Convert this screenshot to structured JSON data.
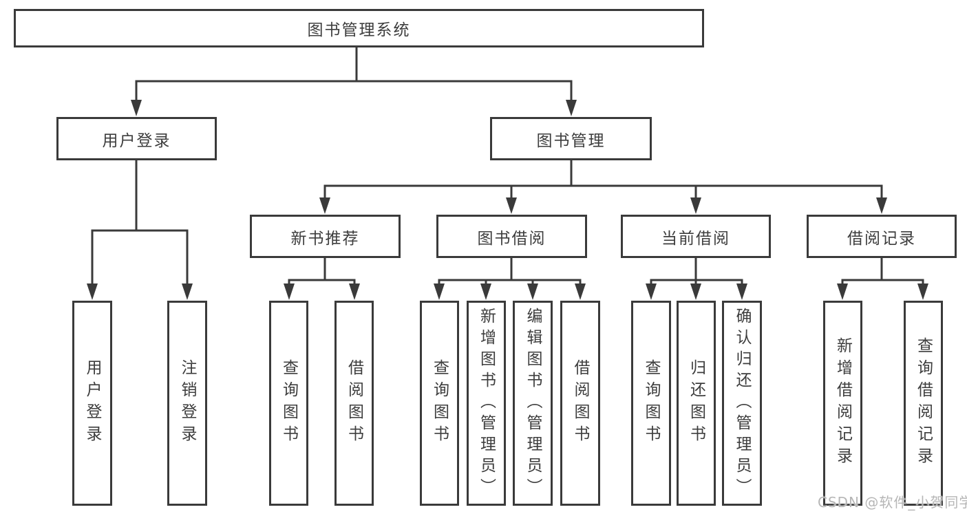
{
  "diagram": {
    "type": "hierarchy-tree",
    "root": {
      "label": "图书管理系统"
    },
    "level2": [
      {
        "label": "用户登录"
      },
      {
        "label": "图书管理"
      }
    ],
    "level3": [
      {
        "label": "新书推荐",
        "parent": "图书管理"
      },
      {
        "label": "图书借阅",
        "parent": "图书管理"
      },
      {
        "label": "当前借阅",
        "parent": "图书管理"
      },
      {
        "label": "借阅记录",
        "parent": "图书管理"
      }
    ],
    "leaves": [
      {
        "label": "用户登录",
        "parent": "用户登录"
      },
      {
        "label": "注销登录",
        "parent": "用户登录"
      },
      {
        "label": "查询图书",
        "parent": "新书推荐"
      },
      {
        "label": "借阅图书",
        "parent": "新书推荐"
      },
      {
        "label": "查询图书",
        "parent": "图书借阅"
      },
      {
        "label": "新增图书（管理员）",
        "parent": "图书借阅"
      },
      {
        "label": "编辑图书（管理员）",
        "parent": "图书借阅"
      },
      {
        "label": "借阅图书",
        "parent": "图书借阅"
      },
      {
        "label": "查询图书",
        "parent": "当前借阅"
      },
      {
        "label": "归还图书",
        "parent": "当前借阅"
      },
      {
        "label": "确认归还（管理员）",
        "parent": "当前借阅"
      },
      {
        "label": "新增借阅记录",
        "parent": "借阅记录"
      },
      {
        "label": "查询借阅记录",
        "parent": "借阅记录"
      }
    ],
    "colors": {
      "line": "#3a3a3a",
      "text": "#3d3d3d",
      "background": "#ffffff",
      "watermark": "#b6b6b6"
    }
  },
  "watermark": {
    "text": "CSDN @软件_小贺同学"
  }
}
